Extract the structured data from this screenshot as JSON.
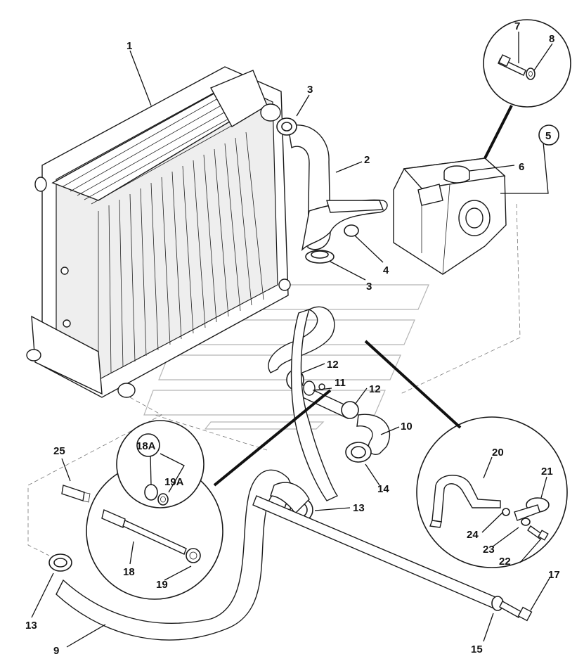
{
  "labels": {
    "l1": "1",
    "l2": "2",
    "l3a": "3",
    "l3b": "3",
    "l4": "4",
    "l5": "5",
    "l6": "6",
    "l7": "7",
    "l8": "8",
    "l9": "9",
    "l10": "10",
    "l11": "11",
    "l12a": "12",
    "l12b": "12",
    "l13a": "13",
    "l13b": "13",
    "l14": "14",
    "l15": "15",
    "l17": "17",
    "l18": "18",
    "l18a": "18A",
    "l19": "19",
    "l19a": "19A",
    "l20": "20",
    "l21": "21",
    "l22": "22",
    "l23": "23",
    "l24": "24",
    "l25": "25"
  }
}
